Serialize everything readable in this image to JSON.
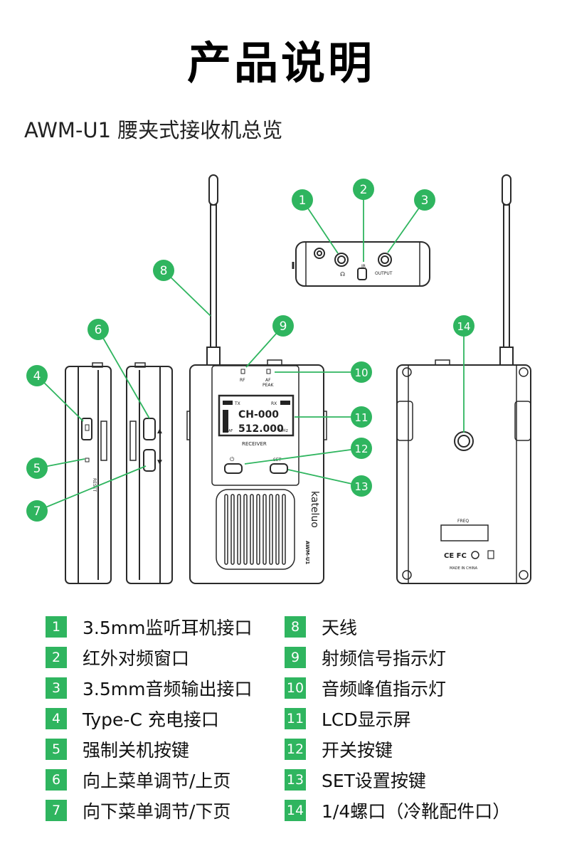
{
  "page": {
    "title": "产品说明",
    "subtitle": "AWM-U1 腰夹式接收机总览"
  },
  "device": {
    "top_labels": {
      "ir": "IR",
      "output": "OUTPUT"
    },
    "side_label": "RESET",
    "front": {
      "rf": "RF",
      "af": "AF",
      "peak": "PEAK",
      "tx": "TX",
      "rx": "RX",
      "channel": "CH-000",
      "frequency": "512.000",
      "unit": "MHz",
      "rf_small": "RF",
      "af_small": "AF",
      "receiver": "RECEIVER",
      "set": "SET",
      "brand": "kateluo",
      "model": "AWM-U1"
    },
    "back": {
      "freq": "FREQ",
      "marks": "CE FC",
      "made_in": "MADE IN CHINA"
    }
  },
  "callouts": [
    "1",
    "2",
    "3",
    "4",
    "5",
    "6",
    "7",
    "8",
    "9",
    "10",
    "11",
    "12",
    "13",
    "14"
  ],
  "colors": {
    "accent": "#2fb55f",
    "device_line": "#2a2a2a"
  },
  "legend": [
    {
      "num": "1",
      "label": "3.5mm监听耳机接口"
    },
    {
      "num": "2",
      "label": "红外对频窗口"
    },
    {
      "num": "3",
      "label": "3.5mm音频输出接口"
    },
    {
      "num": "4",
      "label": "Type-C 充电接口"
    },
    {
      "num": "5",
      "label": "强制关机按键"
    },
    {
      "num": "6",
      "label": "向上菜单调节/上页"
    },
    {
      "num": "7",
      "label": "向下菜单调节/下页"
    },
    {
      "num": "8",
      "label": "天线"
    },
    {
      "num": "9",
      "label": "射频信号指示灯"
    },
    {
      "num": "10",
      "label": "音频峰值指示灯"
    },
    {
      "num": "11",
      "label": "LCD显示屏"
    },
    {
      "num": "12",
      "label": "开关按键"
    },
    {
      "num": "13",
      "label": "SET设置按键"
    },
    {
      "num": "14",
      "label": "1/4螺口（冷靴配件口）"
    }
  ]
}
